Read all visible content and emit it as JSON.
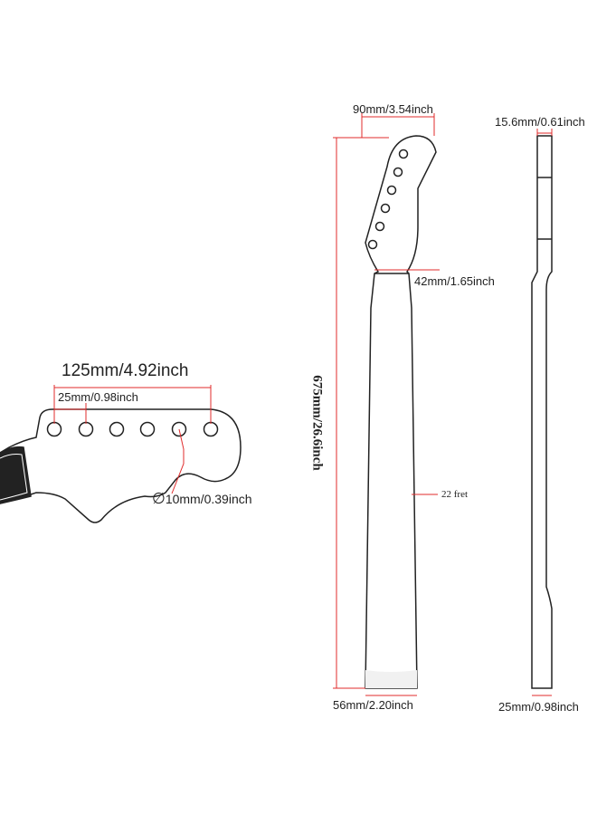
{
  "headstock_detail": {
    "total_spacing": "125mm/4.92inch",
    "hole_spacing": "25mm/0.98inch",
    "hole_diameter_symbol": "∅",
    "hole_diameter": "10mm/0.39inch"
  },
  "front_view": {
    "head_width": "90mm/3.54inch",
    "nut_width": "42mm/1.65inch",
    "total_length": "675mm/26.6inch",
    "fret_count": "22 fret",
    "heel_width": "56mm/2.20inch"
  },
  "side_view": {
    "head_thickness": "15.6mm/0.61inch",
    "heel_thickness": "25mm/0.98inch"
  },
  "colors": {
    "outline": "#222222",
    "dimension": "#e02b2b",
    "text": "#222222"
  }
}
